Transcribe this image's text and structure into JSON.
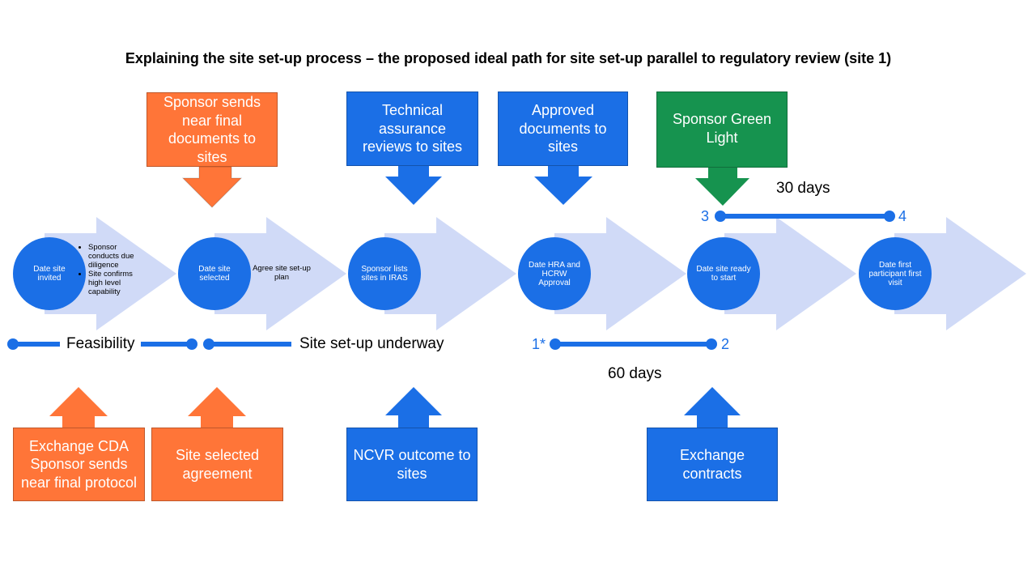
{
  "title": "Explaining the site set-up process – the proposed ideal path for site set-up parallel to regulatory review (site 1)",
  "colors": {
    "orange": "#FF7538",
    "blue": "#1B6FE6",
    "green": "#16934F",
    "chevron": "#D0DAF7",
    "timeline": "#1B6FE6"
  },
  "top_callouts": [
    {
      "text": "Sponsor sends near final documents to sites",
      "color": "orange"
    },
    {
      "text": "Technical assurance reviews to sites",
      "color": "blue"
    },
    {
      "text": "Approved documents to sites",
      "color": "blue"
    },
    {
      "text": "Sponsor Green Light",
      "color": "green"
    }
  ],
  "bottom_callouts": [
    {
      "text": "Exchange CDA Sponsor sends near final protocol",
      "color": "orange"
    },
    {
      "text": "Site selected agreement",
      "color": "orange"
    },
    {
      "text": "NCVR outcome to sites",
      "color": "blue"
    },
    {
      "text": "Exchange contracts",
      "color": "blue"
    }
  ],
  "milestones": [
    {
      "label": "Date site invited"
    },
    {
      "label": "Date site selected"
    },
    {
      "label": "Sponsor lists sites in IRAS"
    },
    {
      "label": "Date HRA and HCRW Approval"
    },
    {
      "label": "Date site ready to start"
    },
    {
      "label": "Date first participant first visit"
    }
  ],
  "notes": {
    "feasibility_bullets": [
      "Sponsor conducts due diligence",
      "Site confirms high level capability"
    ],
    "selected_note": "Agree site set-up plan"
  },
  "timelines": {
    "feasibility": "Feasibility",
    "setup": "Site set-up underway",
    "sixty_days": "60 days",
    "thirty_days": "30 days",
    "marker_1": "1*",
    "marker_2": "2",
    "marker_3": "3",
    "marker_4": "4"
  }
}
